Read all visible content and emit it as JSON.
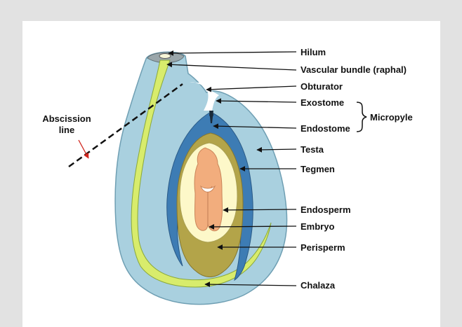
{
  "colors": {
    "frame": "#e2e2e2",
    "panel": "#ffffff",
    "outer_integument": "#a9d0df",
    "outer_integument_edge": "#6f9fb3",
    "vascular_bundle": "#d8ec6c",
    "vascular_edge": "#8aa83a",
    "tegmen": "#3d7cb4",
    "perisperm": "#b3a449",
    "endosperm": "#fdf8c9",
    "embryo": "#f2ad7d",
    "embryo_edge": "#c9855a",
    "abscission_arrow": "#d0241c"
  },
  "labels": {
    "hilum": "Hilum",
    "vascular_bundle": "Vascular bundle (raphal)",
    "obturator": "Obturator",
    "exostome": "Exostome",
    "endostome": "Endostome",
    "micropyle": "Micropyle",
    "testa": "Testa",
    "tegmen": "Tegmen",
    "endosperm": "Endosperm",
    "embryo": "Embryo",
    "perisperm": "Perisperm",
    "chalaza": "Chalaza",
    "abscission_line_1": "Abscission",
    "abscission_line_2": "line"
  }
}
